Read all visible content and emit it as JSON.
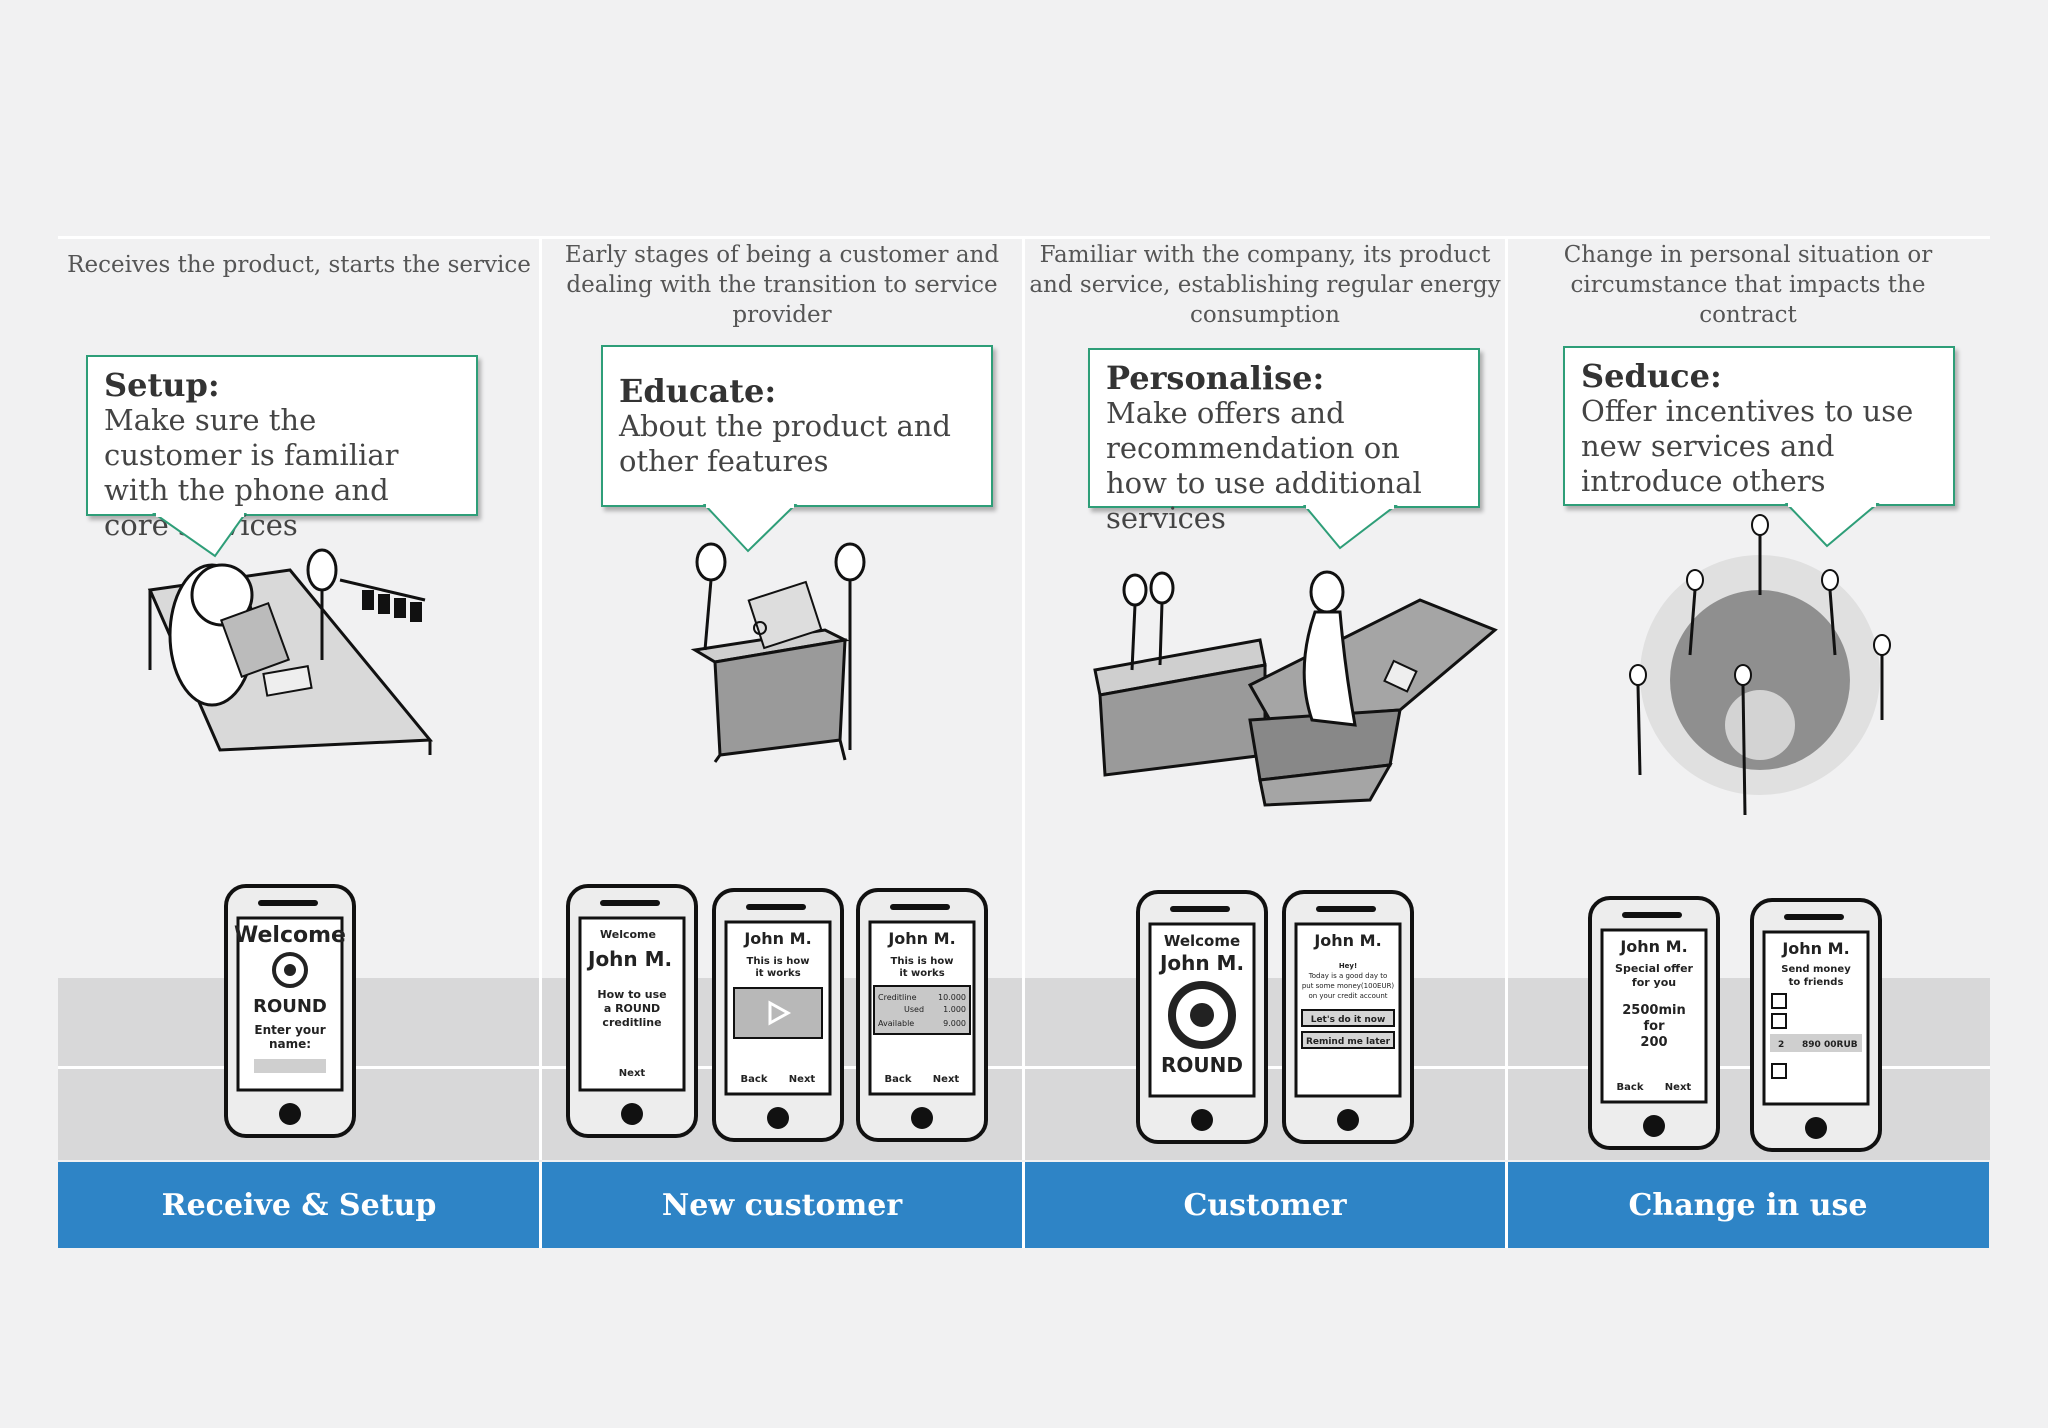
{
  "stages": [
    {
      "description": "Receives the product, starts the service",
      "callout_title": "Setup:",
      "callout_body": "Make sure the customer is familiar with the phone and core services",
      "footer": "Receive & Setup",
      "phones": [
        {
          "lines": [
            "Welcome",
            "ROUND",
            "Enter your",
            "name:"
          ]
        }
      ]
    },
    {
      "description": "Early stages of being a customer and dealing with the transition to service provider",
      "callout_title": "Educate:",
      "callout_body": "About the product and other features",
      "footer": "New customer",
      "phones": [
        {
          "lines": [
            "Welcome",
            "John M.",
            "How to use",
            "a ROUND",
            "creditline",
            "Next"
          ]
        },
        {
          "lines": [
            "John M.",
            "This is how",
            "it works",
            "Back",
            "Next"
          ]
        },
        {
          "lines": [
            "John M.",
            "This is how",
            "it works",
            "Creditline",
            "10.000",
            "Used",
            "1.000",
            "Available",
            "9.000",
            "Back",
            "Next"
          ]
        }
      ]
    },
    {
      "description": "Familiar with the company, its product and service, establishing regular energy consumption",
      "callout_title": "Personalise:",
      "callout_body": "Make offers and recommendation on how to use additional services",
      "footer": "Customer",
      "phones": [
        {
          "lines": [
            "Welcome",
            "John M.",
            "ROUND"
          ]
        },
        {
          "lines": [
            "John M.",
            "Hey!",
            "Today is a good day to",
            "put some money(100EUR)",
            "on your credit account",
            "Let's do it now",
            "Remind me later"
          ]
        }
      ]
    },
    {
      "description": "Change in personal situation or circumstance that impacts the contract",
      "callout_title": "Seduce:",
      "callout_body": "Offer incentives to use new services and introduce others",
      "footer": "Change in use",
      "phones": [
        {
          "lines": [
            "John M.",
            "Special offer",
            "for you",
            "2500min",
            "for",
            "200",
            "Back",
            "Next"
          ]
        },
        {
          "lines": [
            "John M.",
            "Send money",
            "to friends",
            "2",
            "890",
            "00RUB"
          ]
        }
      ]
    }
  ],
  "colors": {
    "background": "#f1f1f2",
    "callout_border": "#2e9e78",
    "footer": "#2e84c6",
    "band_gray": "#d8d8d9"
  }
}
